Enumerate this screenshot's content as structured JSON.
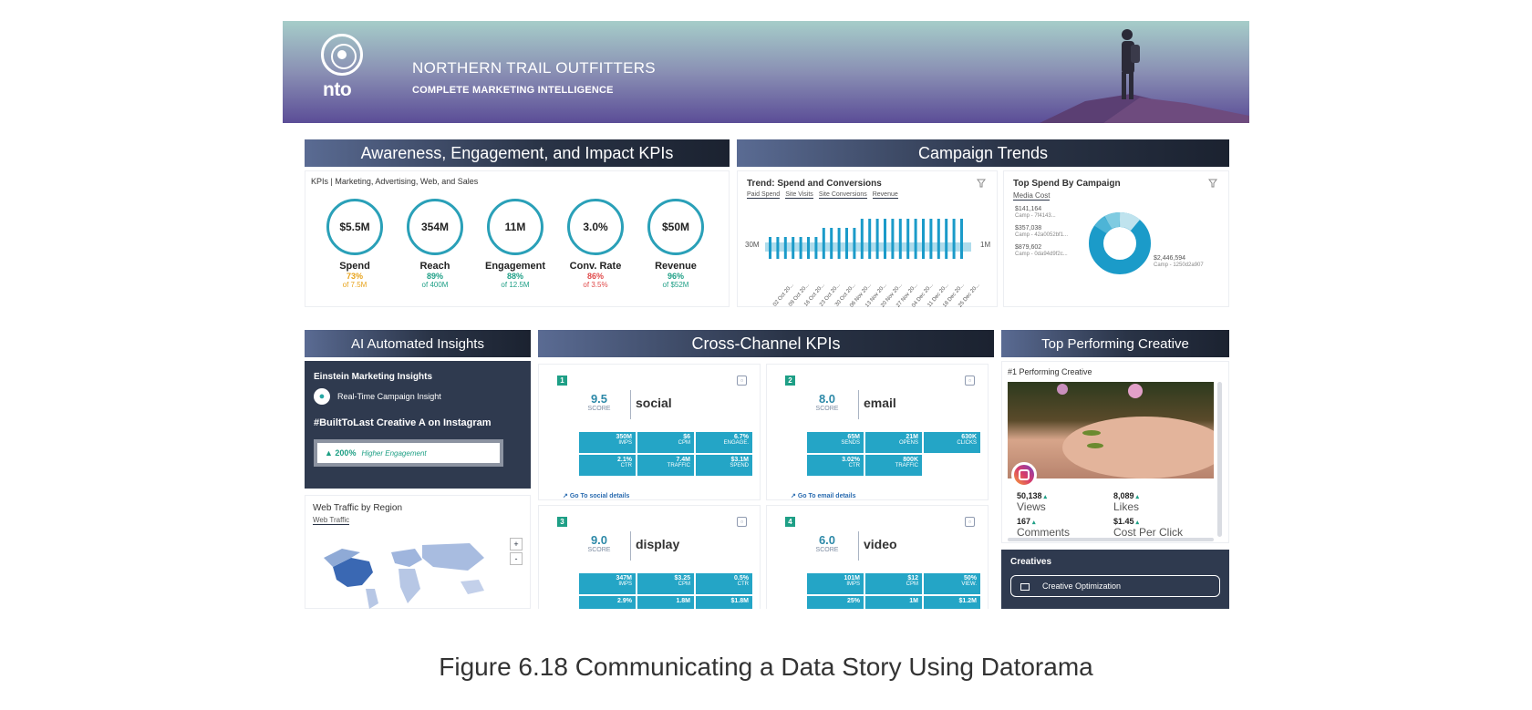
{
  "banner": {
    "logo_text": "nto",
    "title": "NORTHERN TRAIL OUTFITTERS",
    "subtitle": "COMPLETE MARKETING INTELLIGENCE"
  },
  "kpis_section": {
    "header": "Awareness, Engagement, and Impact KPIs",
    "subtitle": "KPIs | Marketing, Advertising, Web, and Sales",
    "items": [
      {
        "value": "$5.5M",
        "label": "Spend",
        "pct": "73%",
        "of": "of 7.5M",
        "color": "#e8a31a"
      },
      {
        "value": "354M",
        "label": "Reach",
        "pct": "89%",
        "of": "of 400M",
        "color": "#1e9f86"
      },
      {
        "value": "11M",
        "label": "Engagement",
        "pct": "88%",
        "of": "of 12.5M",
        "color": "#1e9f86"
      },
      {
        "value": "3.0%",
        "label": "Conv. Rate",
        "pct": "86%",
        "of": "of 3.5%",
        "color": "#e04a4a"
      },
      {
        "value": "$50M",
        "label": "Revenue",
        "pct": "96%",
        "of": "of $52M",
        "color": "#1e9f86"
      }
    ]
  },
  "campaign_trends": {
    "header": "Campaign Trends",
    "trend": {
      "title": "Trend: Spend and Conversions",
      "tabs": [
        "Paid Spend",
        "Site Visits",
        "Site Conversions",
        "Revenue"
      ],
      "y_left": "30M",
      "y_right": "1M",
      "x_labels": [
        "02 Oct 20...",
        "09 Oct 20...",
        "16 Oct 20...",
        "23 Oct 20...",
        "30 Oct 20...",
        "06 Nov 20...",
        "13 Nov 20...",
        "20 Nov 20...",
        "27 Nov 20...",
        "04 Dec 20...",
        "11 Dec 20...",
        "18 Dec 20...",
        "25 Dec 20..."
      ]
    },
    "top_spend": {
      "title": "Top Spend By Campaign",
      "tab": "Media Cost",
      "labels": [
        {
          "value": "$141,164",
          "name": "Camp - 7f4143..."
        },
        {
          "value": "$357,038",
          "name": "Camp - 42a0052bf1..."
        },
        {
          "value": "$879,602",
          "name": "Camp - 0da94d9f2c..."
        },
        {
          "value": "$2,446,594",
          "name": "Camp - 1250d2a907"
        }
      ]
    }
  },
  "ai_insights": {
    "header": "AI Automated Insights",
    "heading": "Einstein Marketing Insights",
    "realtime": "Real-Time Campaign Insight",
    "hashtag": "#BuiltToLast Creative A on Instagram",
    "highlight_value": "200%",
    "highlight_text": "Higher Engagement"
  },
  "web_traffic": {
    "title": "Web Traffic by Region",
    "tab": "Web Traffic",
    "zoom_in": "+",
    "zoom_out": "-"
  },
  "cross_channel": {
    "header": "Cross-Channel KPIs",
    "channels": [
      {
        "num": "1",
        "score": "9.5",
        "score_label": "SCORE",
        "name": "social",
        "cells": [
          [
            "350M",
            "IMPS"
          ],
          [
            "$6",
            "CPM"
          ],
          [
            "6.7%",
            "ENGAGE."
          ],
          [
            "2.1%",
            "CTR"
          ],
          [
            "7.4M",
            "TRAFFIC"
          ],
          [
            "$3.1M",
            "SPEND"
          ]
        ],
        "link": "Go To social details"
      },
      {
        "num": "2",
        "score": "8.0",
        "score_label": "SCORE",
        "name": "email",
        "cells": [
          [
            "65M",
            "SENDS"
          ],
          [
            "21M",
            "OPENS"
          ],
          [
            "630K",
            "CLICKS"
          ],
          [
            "3.02%",
            "CTR"
          ],
          [
            "800K",
            "TRAFFIC"
          ]
        ],
        "link": "Go To email details"
      },
      {
        "num": "3",
        "score": "9.0",
        "score_label": "SCORE",
        "name": "display",
        "cells": [
          [
            "347M",
            "IMPS"
          ],
          [
            "$3.25",
            "CPM"
          ],
          [
            "0.5%",
            "CTR"
          ],
          [
            "2.9%",
            ""
          ],
          [
            "1.8M",
            ""
          ],
          [
            "$1.8M",
            ""
          ]
        ],
        "link": ""
      },
      {
        "num": "4",
        "score": "6.0",
        "score_label": "SCORE",
        "name": "video",
        "cells": [
          [
            "101M",
            "IMPS"
          ],
          [
            "$12",
            "CPM"
          ],
          [
            "50%",
            "VIEW."
          ],
          [
            "25%",
            ""
          ],
          [
            "1M",
            ""
          ],
          [
            "$1.2M",
            ""
          ]
        ],
        "link": ""
      }
    ]
  },
  "top_creative": {
    "header": "Top Performing Creative",
    "subtitle": "#1 Performing Creative",
    "stats": [
      {
        "value": "50,138",
        "label": "Views"
      },
      {
        "value": "8,089",
        "label": "Likes"
      },
      {
        "value": "167",
        "label": "Comments"
      },
      {
        "value": "$1.45",
        "label": "Cost Per Click"
      }
    ],
    "creatives_header": "Creatives",
    "optimization": "Creative Optimization"
  },
  "caption": "Figure 6.18 Communicating a Data Story Using Datorama",
  "colors": {
    "accent": "#24a5c6",
    "ring": "#2aa0b8",
    "header_dark": "#1b2230",
    "green": "#1e9f86"
  }
}
